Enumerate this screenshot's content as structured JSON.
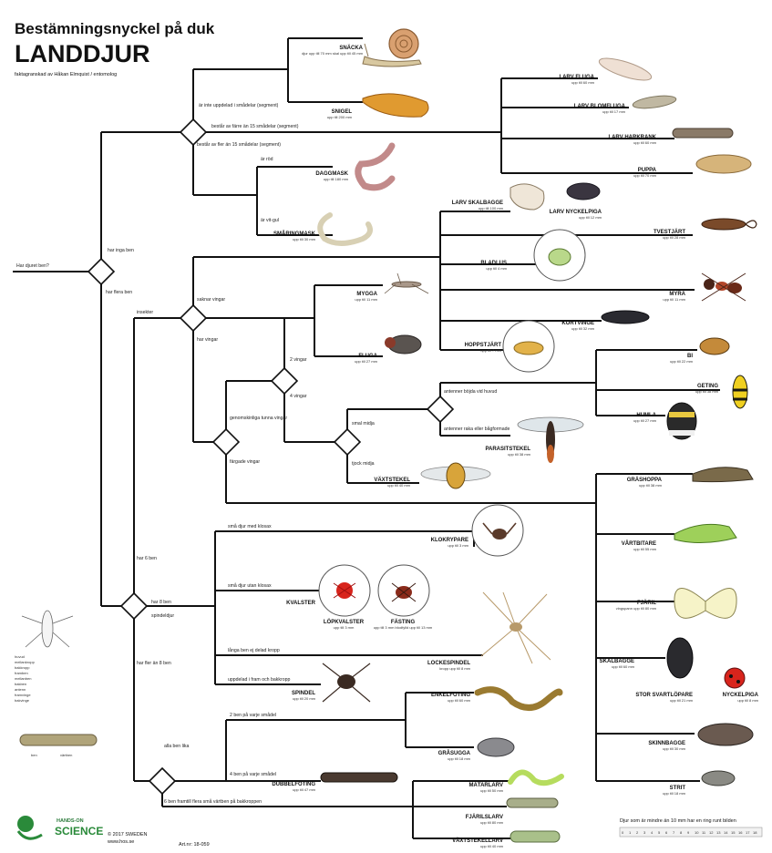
{
  "header": {
    "title": "Bestämningsnyckel på duk",
    "main_title": "LANDDJUR",
    "subtitle": "faktagranskad av Håkan Elmquist / entomolog"
  },
  "questions": {
    "root": "Har djuret ben?",
    "no_legs": "har inga ben",
    "has_legs": "har flera ben",
    "not_segmented": "är inte uppdelad i smådelar (segment)",
    "few_segments": "består av färre än 15 smådelar (segment)",
    "many_segments": "består av fler än 15 smådelar (segment)",
    "red": "är röd",
    "white_yellow": "är vit-gul",
    "insects": "insekter",
    "no_wings": "saknar vingar",
    "has_wings": "har vingar",
    "two_wings": "2 vingar",
    "four_wings": "4 vingar",
    "clear_wings": "genomskinliga tunna vingar",
    "colored_wings": "färgade vingar",
    "thin_waist": "smal midja",
    "thick_waist": "tjock midja",
    "antennae_bent": "antenner böjda vid huvud",
    "antennae_straight": "antenner raka eller bågformade",
    "six_legs": "har 6 ben",
    "eight_legs": "har 8 ben",
    "arachnids": "spindeldjur",
    "more_than_eight": "har fler än 8 ben",
    "with_claws": "små djur med klosax",
    "without_claws": "små djur utan klosax",
    "long_legs_undivided": "långa ben ej delad kropp",
    "divided_body": "uppdelad i fram och bakkropp",
    "legs_equal": "alla ben lika",
    "two_per_segment": "2 ben på varje smådel",
    "four_per_segment": "4 ben på varje smådel",
    "six_front_legs": "6 ben framtill flera små värtben på bakkroppen"
  },
  "animals": {
    "snacka": {
      "name": "SNÄCKA",
      "size": "djur upp till 70 mm skal upp till 45 mm"
    },
    "snigel": {
      "name": "SNIGEL",
      "size": "upp till 200 mm"
    },
    "daggmask": {
      "name": "DAGGMASK",
      "size": "upp till 180 mm"
    },
    "smaringmask": {
      "name": "SMÅRINGMASK",
      "size": "upp till 30 mm"
    },
    "larv_fluga": {
      "name": "LARV FLUGA",
      "size": "upp till 60 mm"
    },
    "larv_blomfluga": {
      "name": "LARV BLOMFLUGA",
      "size": "upp till 17 mm"
    },
    "larv_harkrank": {
      "name": "LARV HARKRANK",
      "size": "upp till 60 mm"
    },
    "puppa": {
      "name": "PUPPA",
      "size": "upp till 70 mm"
    },
    "larv_skalbagge": {
      "name": "LARV SKALBAGGE",
      "size": "upp till 100 mm"
    },
    "larv_nyckelpiga": {
      "name": "LARV NYCKELPIGA",
      "size": "upp till 12 mm"
    },
    "tvestjart": {
      "name": "TVESTJÄRT",
      "size": "upp till 28 mm"
    },
    "bladlus": {
      "name": "BLADLUS",
      "size": "upp till 4 mm"
    },
    "myra": {
      "name": "MYRA",
      "size": "upp till 11 mm"
    },
    "kortvinge": {
      "name": "KORTVINGE",
      "size": "upp till 32 mm"
    },
    "hoppstjart": {
      "name": "HOPPSTJÄRT",
      "size": "upp till 7 mm"
    },
    "mygga": {
      "name": "MYGGA",
      "size": "upp till 11 mm"
    },
    "fluga": {
      "name": "FLUGA",
      "size": "upp till 27 mm"
    },
    "bi": {
      "name": "BI",
      "size": "upp till 22 mm"
    },
    "geting": {
      "name": "GETING",
      "size": "upp till 38 mm"
    },
    "humla": {
      "name": "HUMLA",
      "size": "upp till 27 mm"
    },
    "parasitstekel": {
      "name": "PARASITSTEKEL",
      "size": "upp till 38 mm"
    },
    "vaxtstekel": {
      "name": "VÄXTSTEKEL",
      "size": "upp till 40 mm"
    },
    "grashoppa": {
      "name": "GRÄSHOPPA",
      "size": "upp till 38 mm"
    },
    "vartbitare": {
      "name": "VÅRTBITARE",
      "size": "upp till 55 mm"
    },
    "fjaril": {
      "name": "FJÄRIL",
      "size": "vingspann upp till 80 mm"
    },
    "skalbagge": {
      "name": "SKALBAGGE",
      "size": "upp till 60 mm"
    },
    "stor_svartlopare": {
      "name": "STOR SVARTLÖPARE",
      "size": "upp till 21 mm"
    },
    "nyckelpiga": {
      "name": "NYCKELPIGA",
      "size": "upp till 8 mm"
    },
    "skinnbagge": {
      "name": "SKINNBAGGE",
      "size": "upp till 30 mm"
    },
    "strit": {
      "name": "STRIT",
      "size": "upp till 18 mm"
    },
    "klokrypare": {
      "name": "KLOKRYPARE",
      "size": "upp till 3 mm"
    },
    "kvalster": {
      "name": "KVALSTER",
      "size": ""
    },
    "lopkvalster": {
      "name": "LÖPKVALSTER",
      "size": "upp till 3 mm"
    },
    "fasting": {
      "name": "FÄSTING",
      "size": "upp till 3 mm blodfylld upp till 13 mm"
    },
    "lockespindel": {
      "name": "LOCKESPINDEL",
      "size": "kropp upp till 8 mm"
    },
    "spindel": {
      "name": "SPINDEL",
      "size": "upp till 20 mm"
    },
    "enkelfoting": {
      "name": "ENKELFOTING",
      "size": "upp till 60 mm"
    },
    "grasugga": {
      "name": "GRÅSUGGA",
      "size": "upp till 18 mm"
    },
    "dubbelfoting": {
      "name": "DUBBELFOTING",
      "size": "upp till 47 mm"
    },
    "matarlarv": {
      "name": "MÄTARLARV",
      "size": "upp till 50 mm"
    },
    "fjarilslarv": {
      "name": "FJÄRILSLARV",
      "size": "upp till 80 mm"
    },
    "vaxtstekellarv": {
      "name": "VÄXTSTEKELLARV",
      "size": "upp till 40 mm"
    }
  },
  "anatomy_legend": {
    "items": [
      "huvud",
      "mellankropp",
      "bakkropp",
      "framben",
      "mellanben",
      "bakben",
      "antenn",
      "framvinge",
      "bakvinge"
    ],
    "larva_labels": [
      "ben",
      "värtben"
    ]
  },
  "footer": {
    "brand_line1": "HANDS-ON",
    "brand_line2": "SCIENCE",
    "copyright": "© 2017 SWEDEN",
    "website": "www.hos.se",
    "article": "Art.nr: 18-059",
    "ruler_note": "Djur som är mindre än 10 mm har en ring runt bilden",
    "ruler_ticks": [
      "0",
      "1",
      "2",
      "3",
      "4",
      "5",
      "6",
      "7",
      "8",
      "9",
      "10",
      "11",
      "12",
      "13",
      "14",
      "15",
      "16",
      "17",
      "18"
    ]
  }
}
